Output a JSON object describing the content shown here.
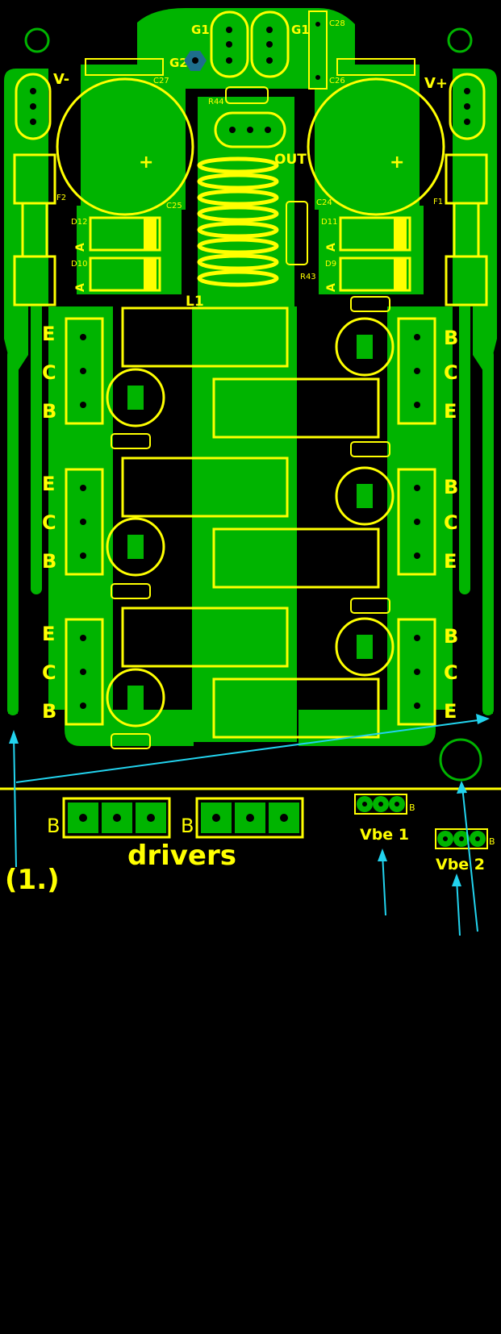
{
  "labels": {
    "g1_left": "G1",
    "g1_right": "G1",
    "g2": "G2",
    "c28": "C28",
    "c27": "C27",
    "c26": "C26",
    "c25": "C25",
    "c24": "C24",
    "r44": "R44",
    "r43": "R43",
    "d12": "D12",
    "d10": "D10",
    "d11": "D11",
    "d9": "D9",
    "f2": "F2",
    "f1": "F1",
    "l1": "L1",
    "out": "OUT",
    "v_minus": "V-",
    "v_plus": "V+",
    "anode": "A",
    "plus": "+"
  },
  "left_pins": [
    "E",
    "C",
    "B"
  ],
  "right_pins": [
    "B",
    "C",
    "E"
  ],
  "drivers": {
    "label": "drivers",
    "pin_b": "B"
  },
  "vbe1": {
    "label": "Vbe 1",
    "pin": "B"
  },
  "vbe2": {
    "label": "Vbe 2",
    "pin": "B"
  },
  "annotation": "(1.)",
  "colors": {
    "background": "#000000",
    "copper": "#00b400",
    "silkscreen": "#ffff00",
    "arrow": "#22d3ee",
    "via_highlight": "#1e6e8c"
  }
}
